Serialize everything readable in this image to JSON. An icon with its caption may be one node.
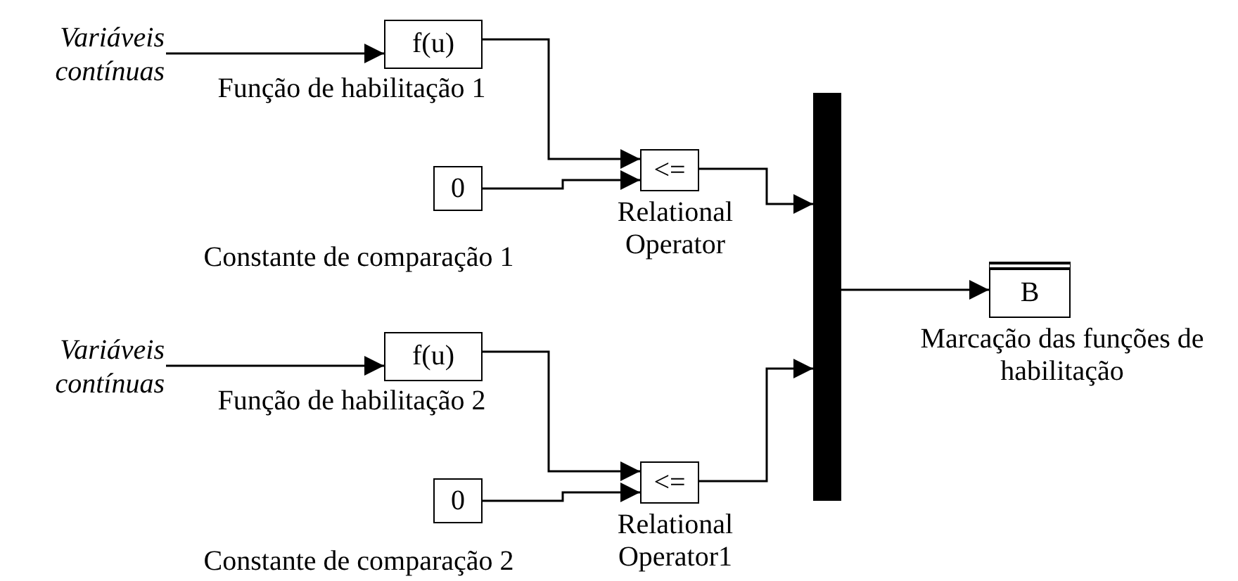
{
  "diagram": {
    "nodes": [
      {
        "text": [
          "Variáveis contínuas"
        ]
      },
      {
        "text": [
          "f(u)"
        ],
        "beside": [
          "Função de habilitação 1"
        ]
      },
      {
        "text": [
          "0"
        ],
        "beside": [
          "Constante de comparação 1"
        ]
      },
      {
        "text": [
          "<="
        ],
        "beside": [
          "Relational Operator"
        ]
      },
      {
        "text": [
          "Variáveis contínuas"
        ]
      },
      {
        "text": [
          "f(u)"
        ],
        "beside": [
          "Função de habilitação 2"
        ]
      },
      {
        "text": [
          "0"
        ],
        "beside": [
          "Constante de comparação 2"
        ]
      },
      {
        "text": [
          "<="
        ],
        "beside": [
          "Relational Operator1"
        ]
      },
      {
        "text": [],
        "shape": "bar"
      },
      {
        "text": [
          "B"
        ],
        "beside": [
          "Marcação das funções de habilitação"
        ]
      }
    ],
    "edges": [
      {
        "from": 0,
        "to": 1,
        "arrow": "to"
      },
      {
        "from": 1,
        "to": 3,
        "arrow": "to"
      },
      {
        "from": 2,
        "to": 3,
        "arrow": "to"
      },
      {
        "from": 4,
        "to": 5,
        "arrow": "to"
      },
      {
        "from": 5,
        "to": 7,
        "arrow": "to"
      },
      {
        "from": 6,
        "to": 7,
        "arrow": "to"
      },
      {
        "from": 3,
        "to": 8,
        "arrow": "to"
      },
      {
        "from": 7,
        "to": 8,
        "arrow": "to"
      },
      {
        "from": 8,
        "to": 9,
        "arrow": "to"
      }
    ]
  }
}
